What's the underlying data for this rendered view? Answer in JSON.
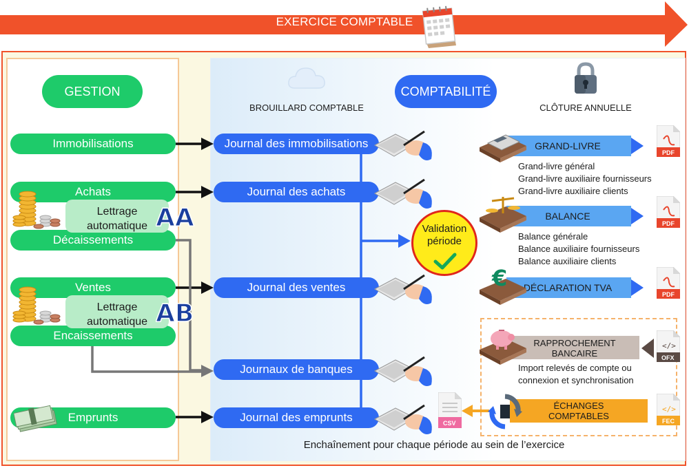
{
  "header": {
    "title": "EXERCICE COMPTABLE",
    "calendar_icon": "calendar-icon"
  },
  "gestion": {
    "title": "GESTION",
    "items": {
      "immobilisations": "Immobilisations",
      "achats": "Achats",
      "decaissements": "Décaissements",
      "ventes": "Ventes",
      "encaissements": "Encaissements",
      "emprunts": "Emprunts"
    },
    "lettrage_1": {
      "line1": "Lettrage",
      "line2": "automatique",
      "badge": "AA"
    },
    "lettrage_2": {
      "line1": "Lettrage",
      "line2": "automatique",
      "badge": "AB"
    }
  },
  "comptabilite": {
    "title": "COMPTABILITÉ",
    "brouillard": "BROUILLARD COMPTABLE",
    "journals": {
      "immobilisations": "Journal des immobilisations",
      "achats": "Journal des achats",
      "ventes": "Journal des ventes",
      "banques": "Journaux de banques",
      "emprunts": "Journal des emprunts"
    },
    "validation": {
      "line1": "Validation",
      "line2": "période"
    }
  },
  "cloture": {
    "title": "CLÔTURE ANNUELLE",
    "grand_livre": {
      "label": "GRAND-LIVRE",
      "details": [
        "Grand-livre général",
        "Grand-livre auxiliaire fournisseurs",
        "Grand-livre auxiliaire clients"
      ],
      "file": "PDF"
    },
    "balance": {
      "label": "BALANCE",
      "details": [
        "Balance générale",
        "Balance auxiliaire fournisseurs",
        "Balance auxiliaire clients"
      ],
      "file": "PDF"
    },
    "tva": {
      "label": "DÉCLARATION TVA",
      "file": "PDF"
    },
    "rapprochement": {
      "line1": "RAPPROCHEMENT",
      "line2": "BANCAIRE",
      "details": [
        "Import relevés de compte ou",
        "connexion et synchronisation"
      ],
      "file": "OFX"
    },
    "echanges": {
      "line1": "ÉCHANGES",
      "line2": "COMPTABLES",
      "file": "FEC"
    },
    "csv_file": "CSV"
  },
  "footer": "Enchaînement pour chaque période au sein de l’exercice",
  "colors": {
    "orange": "#f0522a",
    "green": "#1ecb6a",
    "blue": "#2f6af2",
    "light_blue": "#5aa6f2",
    "yellow": "#ffeb1a",
    "red": "#e0261b",
    "amber": "#f5a623"
  }
}
